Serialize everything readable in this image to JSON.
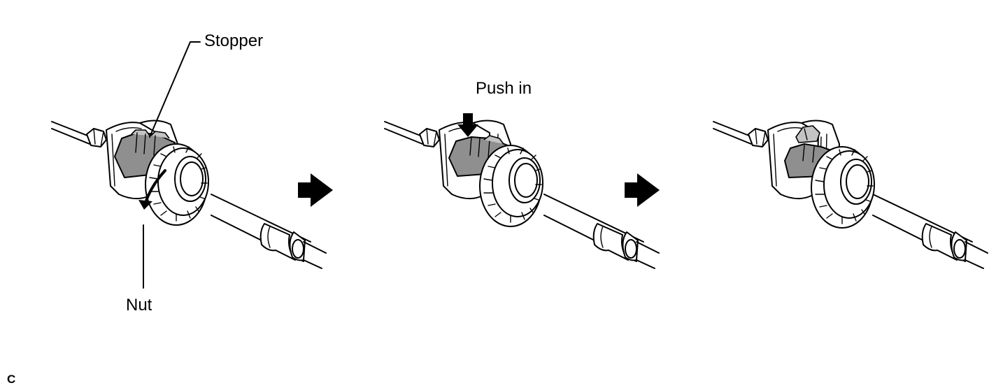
{
  "labels": {
    "stopper": "Stopper",
    "nut": "Nut",
    "push_in": "Push in",
    "figure_code": "C"
  },
  "steps": [
    {
      "name": "step-1",
      "stopper_state": "released",
      "nut_rotation_arrow": true
    },
    {
      "name": "step-2",
      "stopper_state": "pushing",
      "push_arrow": true
    },
    {
      "name": "step-3",
      "stopper_state": "locked"
    }
  ],
  "colors": {
    "line": "#000000",
    "stopper_fill": "#8f8f8f",
    "stopper_light": "#c4c4c4",
    "background": "#ffffff"
  }
}
